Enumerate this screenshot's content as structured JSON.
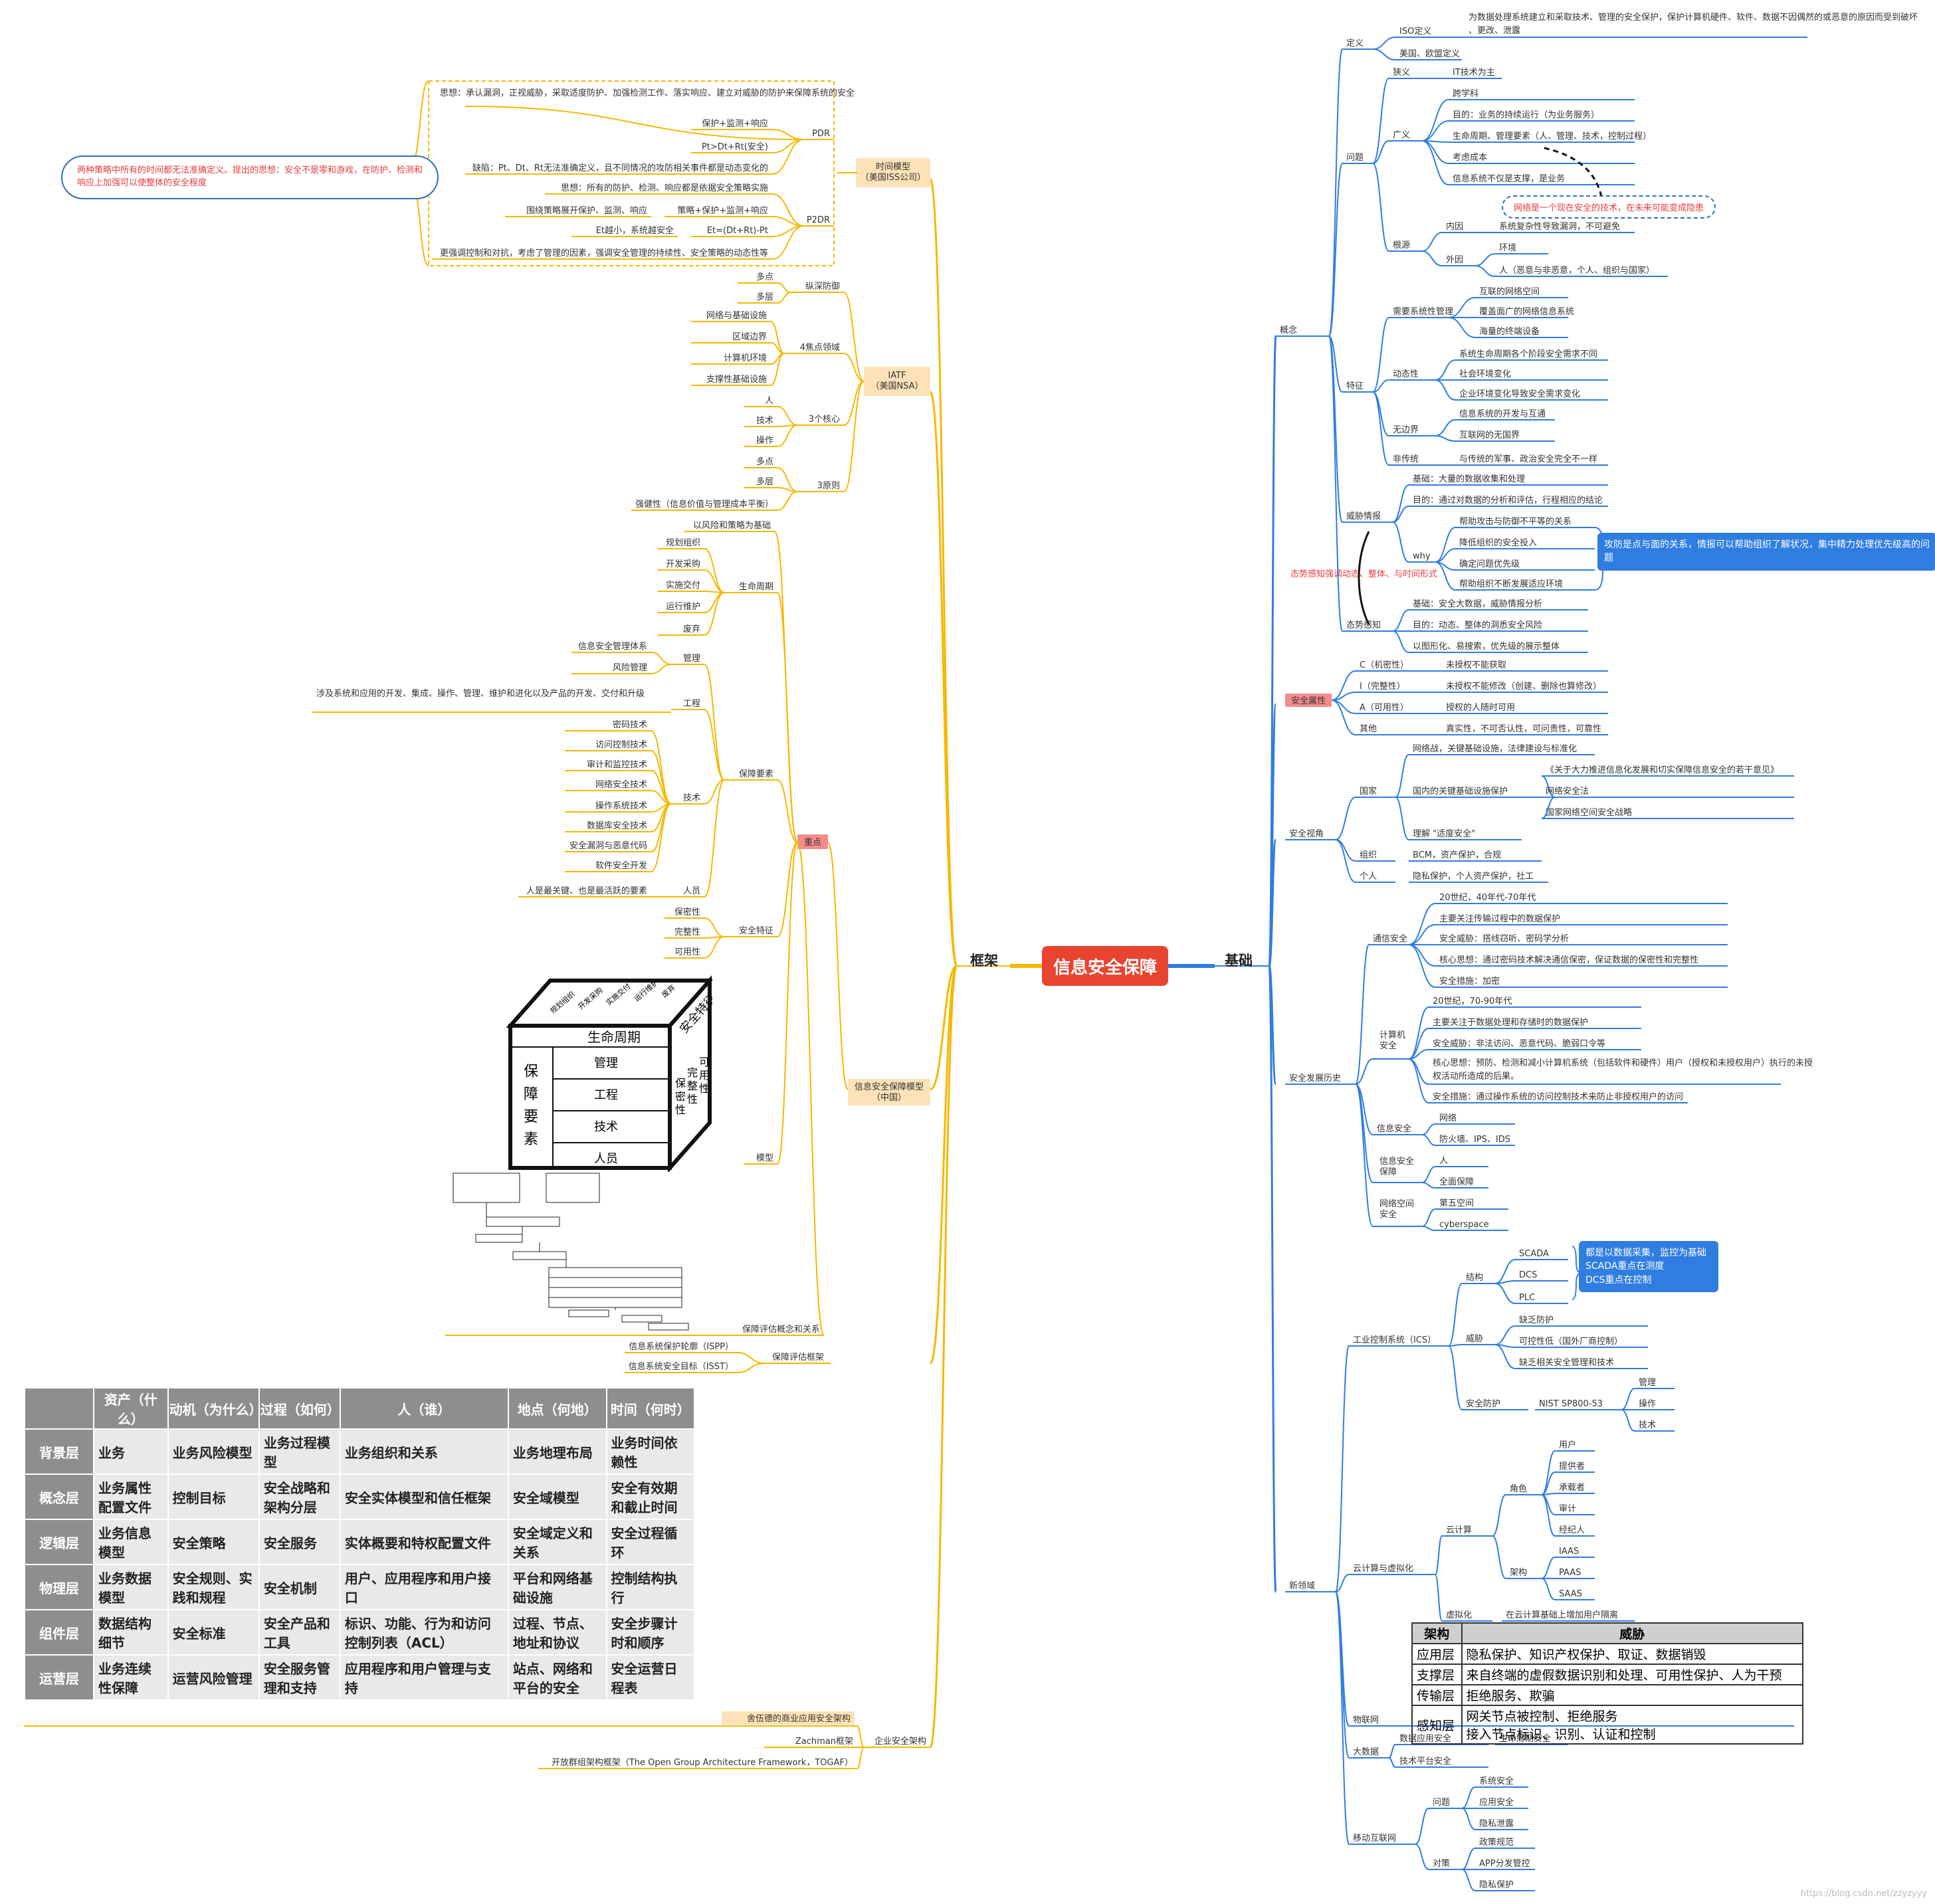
{
  "center": "信息安全保障",
  "branches": {
    "left": "框架",
    "right": "基础"
  },
  "left": {
    "time_model": "时间模型\n（美国ISS公司）",
    "time_model_note": "两种策略中所有的时间都无法准确定义。提出的思想：安全不是零和游戏，在防护、检测和响应上加强可以使整体的安全程度",
    "pdr": {
      "label": "PDR",
      "items": [
        "思想：承认漏洞，正视威胁，采取适度防护、加强检测工作、落实响应、建立对威胁的防护来保障系统的安全",
        "保护+监测+响应",
        "Pt>Dt+Rt(安全)",
        "缺陷：Pt、Dt、Rt无法准确定义，且不同情况的攻防相关事件都是动态变化的"
      ]
    },
    "p2dr": {
      "label": "P2DR",
      "items": [
        "思想：所有的防护、检测、响应都是依据安全策略实施",
        "围绕策略展开保护、监测、响应",
        "策略+保护+监测+响应",
        "Et越小，系统越安全",
        "Et=(Dt+Rt)-Pt",
        "更强调控制和对抗，考虑了管理的因素，强调安全管理的持续性、安全策略的动态性等"
      ]
    },
    "iatf": {
      "label": "IATF\n（美国NSA）",
      "deep": "纵深防御",
      "deep_items": [
        "多点",
        "多层"
      ],
      "domains": "4焦点领域",
      "domain_items": [
        "网络与基础设施",
        "区域边界",
        "计算机环境",
        "支撑性基础设施"
      ],
      "core": "3个核心",
      "core_items": [
        "人",
        "技术",
        "操作"
      ],
      "principle": "3原则",
      "principle_items": [
        "多点",
        "多层",
        "强健性（信息价值与管理成本平衡）"
      ]
    },
    "cn_model": {
      "label": "信息安全保障模型\n（中国）",
      "key": "重点",
      "base": "以风险和策略为基础",
      "lifecycle": "生命周期",
      "lifecycle_items": [
        "规划组织",
        "开发采购",
        "实施交付",
        "运行维护",
        "废弃"
      ],
      "elements": "保障要素",
      "management": "管理",
      "management_items": [
        "信息安全管理体系",
        "风险管理"
      ],
      "engineering": "工程",
      "engineering_desc": "涉及系统和应用的开发、集成、操作、管理、维护和进化以及产品的开发、交付和升级",
      "tech": "技术",
      "tech_items": [
        "密码技术",
        "访问控制技术",
        "审计和监控技术",
        "网络安全技术",
        "操作系统技术",
        "数据库安全技术",
        "安全漏洞与恶意代码",
        "软件安全开发"
      ],
      "people": "人员",
      "people_desc": "人是最关键、也是最活跃的要素",
      "features": "安全特征",
      "feature_items": [
        "保密性",
        "完整性",
        "可用性"
      ],
      "model": "模型",
      "relation": "保障评估概念和关系"
    },
    "eval": {
      "label": "保障评估框架",
      "items": [
        "信息系统保护轮廓（ISPP）",
        "信息系统安全目标（ISST）"
      ]
    },
    "enterprise": {
      "label": "企业安全架构",
      "items": [
        "舍伍德的商业应用安全架构",
        "Zachman框架",
        "开放群组架构框架（The Open Group Architecture Framework，TOGAF）"
      ]
    },
    "cube": {
      "top": [
        "规划组织",
        "开发采购",
        "实施交付",
        "运行维护",
        "废弃"
      ],
      "lifecycle": "生命周期",
      "features": "安全特征",
      "elements": "保障要素",
      "rows": [
        "管理",
        "工程",
        "技术",
        "人员"
      ],
      "side": [
        "保密性",
        "完整性",
        "可用性"
      ]
    },
    "zachman": {
      "headers": [
        "",
        "资产（什么）",
        "动机（为什么）",
        "过程（如何）",
        "人（谁）",
        "地点（何地）",
        "时间（何时）"
      ],
      "rows": [
        [
          "背景层",
          "业务",
          "业务风险模型",
          "业务过程模型",
          "业务组织和关系",
          "业务地理布局",
          "业务时间依赖性"
        ],
        [
          "概念层",
          "业务属性配置文件",
          "控制目标",
          "安全战略和架构分层",
          "安全实体模型和信任框架",
          "安全域模型",
          "安全有效期和截止时间"
        ],
        [
          "逻辑层",
          "业务信息模型",
          "安全策略",
          "安全服务",
          "实体概要和特权配置文件",
          "安全域定义和关系",
          "安全过程循环"
        ],
        [
          "物理层",
          "业务数据模型",
          "安全规则、实践和规程",
          "安全机制",
          "用户、应用程序和用户接口",
          "平台和网络基础设施",
          "控制结构执行"
        ],
        [
          "组件层",
          "数据结构细节",
          "安全标准",
          "安全产品和工具",
          "标识、功能、行为和访问控制列表（ACL）",
          "过程、节点、地址和协议",
          "安全步骤计时和顺序"
        ],
        [
          "运营层",
          "业务连续性保障",
          "运营风险管理",
          "安全服务管理和支持",
          "应用程序和用户管理与支持",
          "站点、网络和平台的安全",
          "安全运营日程表"
        ]
      ]
    }
  },
  "right": {
    "concept": {
      "label": "概念",
      "def": "定义",
      "iso": "ISO定义",
      "iso_text": "为数据处理系统建立和采取技术、管理的安全保护，保护计算机硬件、软件、数据不因偶然的或恶意的原因而受到破坏、更改、泄露",
      "us": "美国、欧盟定义",
      "problem": "问题",
      "narrow": "狭义",
      "narrow_text": "IT技术为主",
      "broad": "广义",
      "broad_items": [
        "跨学科",
        "目的：业务的持续运行（为业务服务）",
        "生命周期、管理要素（人、管理、技术，控制过程）",
        "考虑成本",
        "信息系统不仅是支撑，是业务"
      ],
      "broad_note": "网络是一个现在安全的技术，在未来可能变成隐患",
      "root": "根源",
      "inner": "内因",
      "inner_text": "系统复杂性导致漏洞，不可避免",
      "outer": "外因",
      "outer_items": [
        "环境",
        "人（恶意与非恶意，个人、组织与国家）"
      ],
      "feature": "特征",
      "need": "需要系统性管理",
      "need_items": [
        "互联的网络空间",
        "覆盖面广的网络信息系统",
        "海量的终端设备"
      ],
      "dynamic": "动态性",
      "dynamic_items": [
        "系统生命周期各个阶段安全需求不同",
        "社会环境变化",
        "企业环境变化导致安全需求变化"
      ],
      "borderless": "无边界",
      "borderless_items": [
        "信息系统的开发与互通",
        "互联网的无国界"
      ],
      "nontrad": "非传统",
      "nontrad_text": "与传统的军事、政治安全完全不一样",
      "threat": "威胁情报",
      "threat_items": [
        "基础：大量的数据收集和处理",
        "目的：通过对数据的分析和评估，行程相应的结论"
      ],
      "why": "why",
      "why_items": [
        "帮助攻击与防御不平等的关系",
        "降低组织的安全投入",
        "确定问题优先级",
        "帮助组织不断发展适应环境"
      ],
      "why_note": "攻防是点与面的关系，情报可以帮助组织了解状况，集中精力处理优先级高的问题",
      "situation_note": "态势感知强调动态、整体、与时间形式",
      "situation": "态势感知",
      "situation_items": [
        "基础：安全大数据，威胁情报分析",
        "目的：动态、整体的洞悉安全风险",
        "以图形化、易搜索，优先级的展示整体"
      ]
    },
    "attr": {
      "label": "安全属性",
      "rows": [
        [
          "C（机密性）",
          "未授权不能获取"
        ],
        [
          "I（完整性）",
          "未授权不能修改（创建、删除也算修改）"
        ],
        [
          "A（可用性）",
          "授权的人随时可用"
        ],
        [
          "其他",
          "真实性，不可否认性，可问责性，可靠性"
        ]
      ]
    },
    "view": {
      "label": "安全视角",
      "country": "国家",
      "country_text": "网络战，关键基础设施，法律建设与标准化",
      "cii": "国内的关键基础设施保护",
      "cii_items": [
        "《关于大力推进信息化发展和切实保障信息安全的若干意见》",
        "网络安全法",
        "国家网络空间安全战略"
      ],
      "understand": "理解 \"适度安全\"",
      "org": "组织",
      "org_text": "BCM，资产保护，合规",
      "person": "个人",
      "person_text": "隐私保护，个人资产保护，社工"
    },
    "history": {
      "label": "安全发展历史",
      "comm": "通信安全",
      "comm_items": [
        "20世纪，40年代-70年代",
        "主要关注传输过程中的数据保护",
        "安全威胁：搭线窃听、密码学分析",
        "核心思想：通过密码技术解决通信保密，保证数据的保密性和完整性",
        "安全措施：加密"
      ],
      "computer": "计算机\n安全",
      "computer_items": [
        "20世纪，70-90年代",
        "主要关注于数据处理和存储时的数据保护",
        "安全威胁：非法访问、恶意代码、脆弱口令等",
        "核心思想：预防、检测和减小计算机系统（包括软件和硬件）用户（授权和未授权用户）执行的未授权活动所造成的后果。",
        "安全措施：通过操作系统的访问控制技术来防止非授权用户的访问"
      ],
      "info": "信息安全",
      "info_items": [
        "网络",
        "防火墙、IPS、IDS"
      ],
      "assurance": "信息安全\n保障",
      "assurance_items": [
        "人",
        "全面保障"
      ],
      "cyber": "网络空间\n安全",
      "cyber_items": [
        "第五空间",
        "cyberspace"
      ]
    },
    "new": {
      "label": "新领域",
      "ics": "工业控制系统（ICS）",
      "struct": "结构",
      "struct_items": [
        "SCADA",
        "DCS",
        "PLC"
      ],
      "struct_note": "都是以数据采集，监控为基础\nSCADA重点在测度\nDCS重点在控制",
      "threat": "威胁",
      "threat_items": [
        "缺乏防护",
        "可控性低（国外厂商控制）",
        "缺乏相关安全管理和技术"
      ],
      "protect": "安全防护",
      "nist": "NIST SP800-53",
      "nist_items": [
        "管理",
        "操作",
        "技术"
      ],
      "cloud_v": "云计算与虚拟化",
      "cloud": "云计算",
      "role": "角色",
      "role_items": [
        "用户",
        "提供者",
        "承载者",
        "审计",
        "经纪人"
      ],
      "arch": "架构",
      "arch_items": [
        "IAAS",
        "PAAS",
        "SAAS"
      ],
      "virt": "虚拟化",
      "virt_text": "在云计算基础上增加用户隔离",
      "iot": "物联网",
      "iot_table": {
        "headers": [
          "架构",
          "威胁"
        ],
        "rows": [
          [
            "应用层",
            "隐私保护、知识产权保护、取证、数据销毁"
          ],
          [
            "支撑层",
            "来自终端的虚假数据识别和处理、可用性保护、人为干预"
          ],
          [
            "传输层",
            "拒绝服务、欺骗"
          ],
          [
            "感知层",
            "网关节点被控制、拒绝服务\n接入节点标识、识别、认证和控制"
          ]
        ]
      },
      "bigdata": "大数据",
      "bigdata_items": [
        "数据应用安全",
        "生命周期安全",
        "技术平台安全"
      ],
      "mobile": "移动互联网",
      "mq": "问题",
      "mq_items": [
        "系统安全",
        "应用安全",
        "隐私泄露"
      ],
      "ms": "对策",
      "ms_items": [
        "政策规范",
        "APP分发管控",
        "隐私保护"
      ]
    }
  },
  "watermark": "https://blog.csdn.net/zzyzyyy",
  "colors": {
    "left": "#f5b800",
    "right": "#2f7de0",
    "center": "#e8442f",
    "highlight": "#f38b8b",
    "box": "#fde2b8"
  }
}
